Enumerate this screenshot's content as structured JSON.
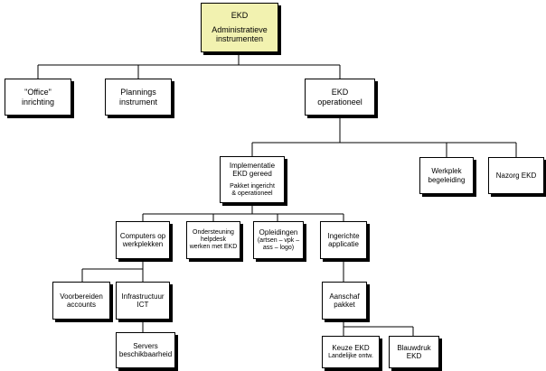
{
  "diagram": {
    "type": "organisation-chart",
    "root_fill": "#f2f2b0",
    "nodes": {
      "root": {
        "lines": [
          "EKD",
          "",
          "Administratieve",
          "instrumenten"
        ]
      },
      "office": {
        "lines": [
          "\"Office\"",
          "inrichting"
        ]
      },
      "plan": {
        "lines": [
          "Plannings",
          "instrument"
        ]
      },
      "ekdop": {
        "lines": [
          "EKD",
          "operationeel"
        ]
      },
      "impl": {
        "lines": [
          "Implementatie",
          "EKD gereed",
          "",
          "Pakket ingericht",
          "& operationeel"
        ]
      },
      "werk": {
        "lines": [
          "Werkplek",
          "begeleiding"
        ]
      },
      "nazorg": {
        "lines": [
          "Nazorg EKD"
        ]
      },
      "comp": {
        "lines": [
          "Computers op",
          "werkplekken"
        ]
      },
      "onder": {
        "lines": [
          "Ondersteuning",
          "helpdesk",
          "werken met EKD"
        ]
      },
      "opl": {
        "lines": [
          "Opleidingen",
          "(artsen – vpk –",
          "ass – logo)"
        ]
      },
      "ingr": {
        "lines": [
          "Ingerichte",
          "applicatie"
        ]
      },
      "voorb": {
        "lines": [
          "Voorbereiden",
          "accounts"
        ]
      },
      "infra": {
        "lines": [
          "Infrastructuur",
          "ICT"
        ]
      },
      "serv": {
        "lines": [
          "Servers",
          "beschikbaarheid"
        ]
      },
      "aansch": {
        "lines": [
          "Aanschaf",
          "pakket"
        ]
      },
      "keuze": {
        "lines": [
          "Keuze EKD",
          "Landelijke ontw."
        ]
      },
      "bla": {
        "lines": [
          "Blauwdruk",
          "EKD"
        ]
      }
    }
  }
}
